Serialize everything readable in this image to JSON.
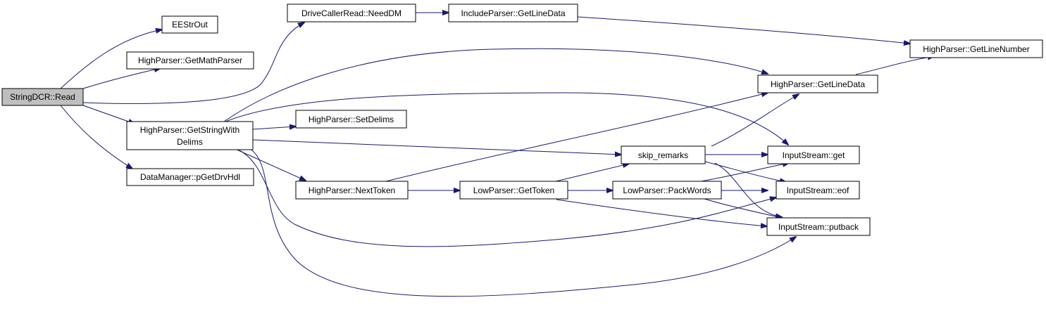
{
  "nodes": {
    "string_dcr_read": "StringDCR::Read",
    "ee_str_out": "EEStrOut",
    "get_math_parser": "HighParser::GetMathParser",
    "get_string_with_delims_l1": "HighParser::GetStringWith",
    "get_string_with_delims_l2": "Delims",
    "pget_drv_hdl": "DataManager::pGetDrvHdl",
    "need_dm": "DriveCallerRead::NeedDM",
    "include_get_line_data": "IncludeParser::GetLineData",
    "get_line_number": "HighParser::GetLineNumber",
    "high_get_line_data": "HighParser::GetLineData",
    "set_delims": "HighParser::SetDelims",
    "skip_remarks": "skip_remarks",
    "next_token": "HighParser::NextToken",
    "get_token": "LowParser::GetToken",
    "pack_words": "LowParser::PackWords",
    "istream_get": "InputStream::get",
    "istream_eof": "InputStream::eof",
    "istream_putback": "InputStream::putback"
  },
  "colors": {
    "edge": "#191970",
    "root_fill": "#bfbfbf",
    "node_fill": "#ffffff",
    "node_border": "#000000"
  }
}
